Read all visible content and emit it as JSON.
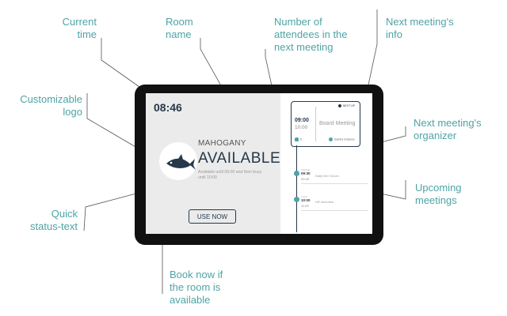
{
  "callouts": {
    "current_time": "Current\ntime",
    "room_name": "Room\nname",
    "attendees": "Number of\nattendees in the\nnext meeting",
    "next_info": "Next meeting's\ninfo",
    "logo": "Customizable\nlogo",
    "organizer": "Next meeting's\norganizer",
    "upcoming": "Upcoming\nmeetings",
    "quick": "Quick\nstatus-text",
    "book": "Book now if\nthe room is\navailable"
  },
  "screen": {
    "time": "08:46",
    "room_name": "MAHOGANY",
    "status": "AVAILABLE",
    "quick_text": "Available until 09:00 and then busy until 10:00",
    "use_now": "USE NOW",
    "next": {
      "label": "NEXT UP",
      "start": "09:00",
      "end": "10:00",
      "title": "Board Meeting",
      "attendees": "5",
      "organizer": "Sabrina Costanza"
    },
    "upcoming": [
      {
        "small": "Standup",
        "start": "09:30",
        "end": "09:45",
        "title": "Daily Dev Scrum"
      },
      {
        "small": "Lunch",
        "start": "10:00",
        "end": "11:00",
        "title": "HR Interview"
      }
    ]
  },
  "colors": {
    "accent": "#4fa3a5",
    "dark": "#26384a",
    "frame": "#111111"
  },
  "icons": {
    "logo": "fish-icon",
    "attendees": "person-icon",
    "organizer": "person-icon"
  }
}
